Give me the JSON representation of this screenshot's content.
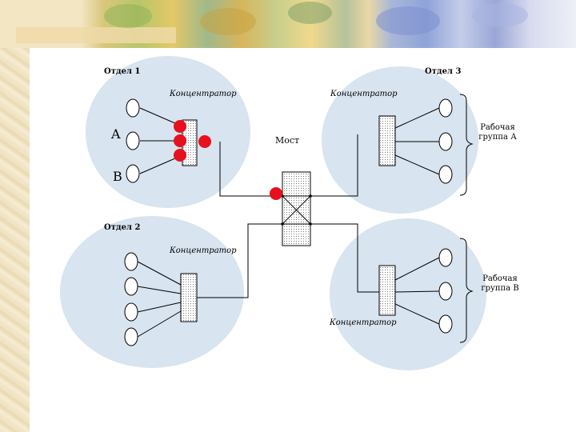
{
  "colors": {
    "dept_fill": "#d8e4f0",
    "station_fill": "#ffffff",
    "active_port": "#e8101e",
    "line": "#000000"
  },
  "departments": {
    "dept1": "Отдел 1",
    "dept2": "Отдел 2",
    "dept3": "Отдел 3"
  },
  "hubs": {
    "hub1": "Концентратор",
    "hub3": "Концентратор",
    "hub2": "Концентратор",
    "hub4": "Концентратор"
  },
  "stations": {
    "a": "A",
    "b": "B"
  },
  "bridge": "Мост",
  "groups": {
    "group_a": "Рабочая группа А",
    "group_b": "Рабочая группа В"
  }
}
